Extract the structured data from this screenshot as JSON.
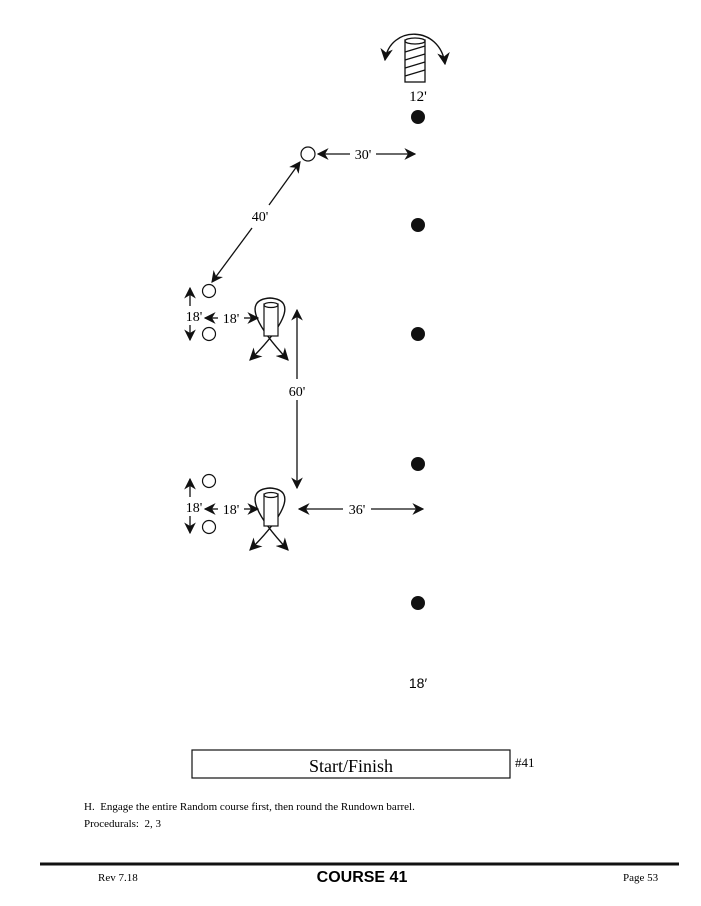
{
  "diagram": {
    "distances": {
      "top_barrel": "12'",
      "to_first_pole": "30'",
      "diagonal": "40'",
      "upper_pole_gap": "18'",
      "upper_barrel_gap": "18'",
      "between_barrels": "60'",
      "lower_pole_gap": "18'",
      "lower_barrel_gap": "18'",
      "to_random_line": "36'",
      "start_to_first_pole": "18′"
    },
    "start_finish_label": "Start/Finish",
    "course_tag": "#41"
  },
  "instructions": {
    "line1": "H.  Engage the entire Random course first, then round the Rundown barrel.",
    "line2": "Procedurals:  2, 3"
  },
  "footer": {
    "revision": "Rev 7.18",
    "title": "COURSE 41",
    "page": "Page 53"
  }
}
